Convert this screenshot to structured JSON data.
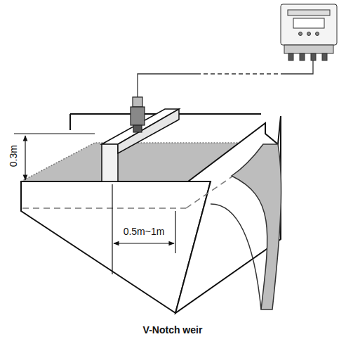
{
  "diagram": {
    "caption": "V-Notch weir",
    "labels": [
      "0.3m",
      "0.5m~1m"
    ]
  }
}
